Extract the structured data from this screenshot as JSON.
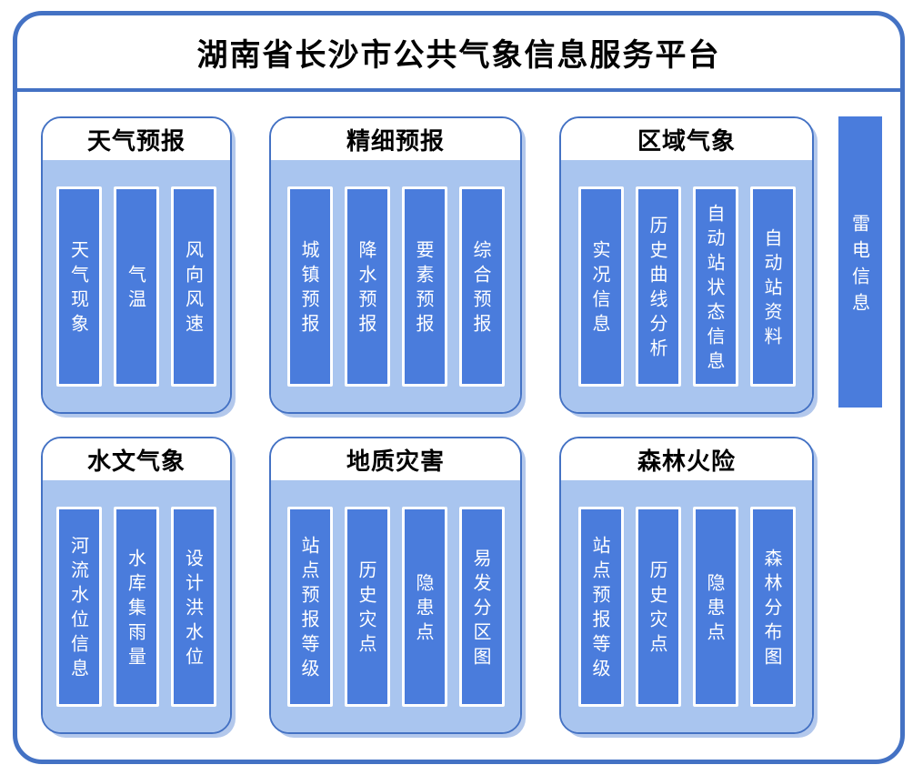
{
  "title": "湖南省长沙市公共气象信息服务平台",
  "colors": {
    "frame_border": "#4472C4",
    "panel_background": "#A9C5EF",
    "bar_fill": "#4A7CDC",
    "bar_shadow": "#B3C8EC",
    "header_background": "#FFFFFF",
    "title_text": "#000000",
    "bar_text": "#FFFFFF"
  },
  "categories": [
    {
      "label": "天气预报",
      "items": [
        "天气现象",
        "气温",
        "风向风速"
      ]
    },
    {
      "label": "精细预报",
      "items": [
        "城镇预报",
        "降水预报",
        "要素预报",
        "综合预报"
      ]
    },
    {
      "label": "区域气象",
      "items": [
        "实况信息",
        "历史曲线分析",
        "自动站状态信息",
        "自动站资料"
      ]
    },
    {
      "label": "水文气象",
      "items": [
        "河流水位信息",
        "水库集雨量",
        "设计洪水位"
      ]
    },
    {
      "label": "地质灾害",
      "items": [
        "站点预报等级",
        "历史灾点",
        "隐患点",
        "易发分区图"
      ]
    },
    {
      "label": "森林火险",
      "items": [
        "站点预报等级",
        "历史灾点",
        "隐患点",
        "森林分布图"
      ]
    }
  ],
  "side_bar": {
    "label": "雷电信息"
  }
}
